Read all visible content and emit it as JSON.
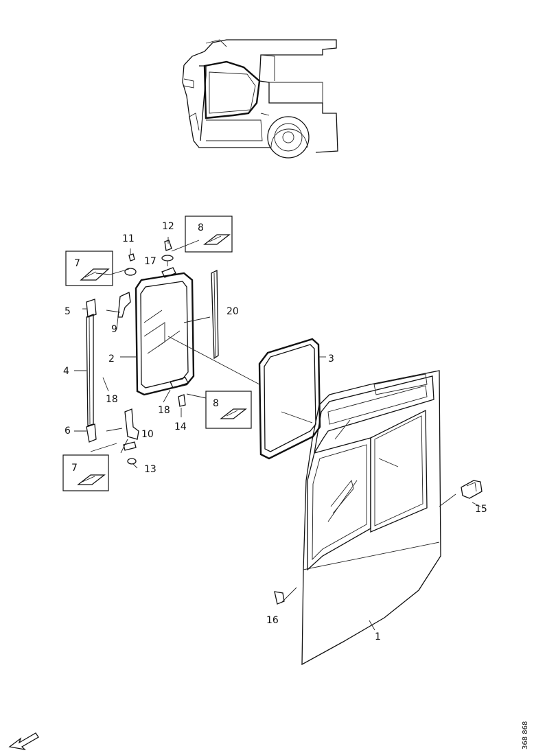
{
  "diagram": {
    "doc_id": "368 868",
    "callouts": {
      "c1": "1",
      "c2": "2",
      "c3": "3",
      "c4": "4",
      "c5": "5",
      "c6": "6",
      "c7a": "7",
      "c7b": "7",
      "c8a": "8",
      "c8b": "8",
      "c9": "9",
      "c10": "10",
      "c11": "11",
      "c12": "12",
      "c13": "13",
      "c14": "14",
      "c15": "15",
      "c16": "16",
      "c17": "17",
      "c18a": "18",
      "c18b": "18",
      "c20": "20"
    },
    "icons": [
      "vehicle-overview-illustration",
      "direction-arrow-icon"
    ]
  }
}
